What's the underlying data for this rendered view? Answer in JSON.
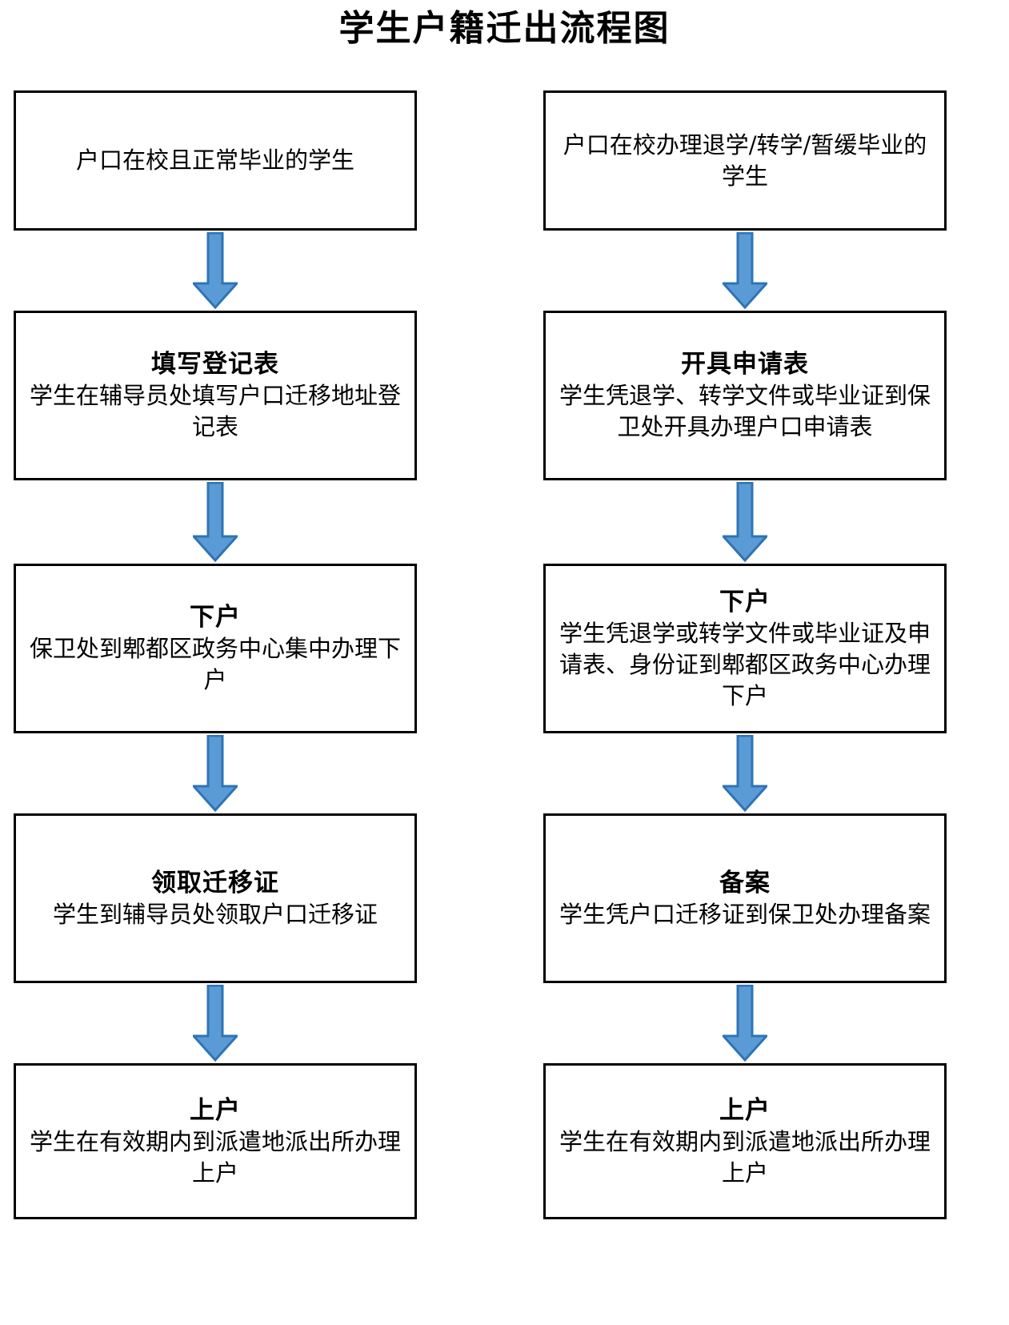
{
  "title": "学生户籍迁出流程图",
  "theme": {
    "arrow_fill": "#5B9BD5",
    "arrow_stroke": "#2E74B5",
    "box_border": "#000000",
    "box_fill": "#FFFFFF",
    "text_color": "#000000"
  },
  "columns": [
    {
      "id": "normal-graduation",
      "steps": [
        {
          "heading": "",
          "body": "户口在校且正常毕业的学生"
        },
        {
          "heading": "填写登记表",
          "body": "学生在辅导员处填写户口迁移地址登记表"
        },
        {
          "heading": "下户",
          "body": "保卫处到郫都区政务中心集中办理下户"
        },
        {
          "heading": "领取迁移证",
          "body": "学生到辅导员处领取户口迁移证"
        },
        {
          "heading": "上户",
          "body": "学生在有效期内到派遣地派出所办理上户"
        }
      ]
    },
    {
      "id": "withdrawal-transfer-deferred",
      "steps": [
        {
          "heading": "",
          "body": "户口在校办理退学/转学/暂缓毕业的学生"
        },
        {
          "heading": "开具申请表",
          "body": "学生凭退学、转学文件或毕业证到保卫处开具办理户口申请表"
        },
        {
          "heading": "下户",
          "body": "学生凭退学或转学文件或毕业证及申请表、身份证到郫都区政务中心办理下户"
        },
        {
          "heading": "备案",
          "body": "学生凭户口迁移证到保卫处办理备案"
        },
        {
          "heading": "上户",
          "body": "学生在有效期内到派遣地派出所办理上户"
        }
      ]
    }
  ],
  "arrows": {
    "icon": "down-block-arrow",
    "count_per_column": 4,
    "direction": "down"
  }
}
